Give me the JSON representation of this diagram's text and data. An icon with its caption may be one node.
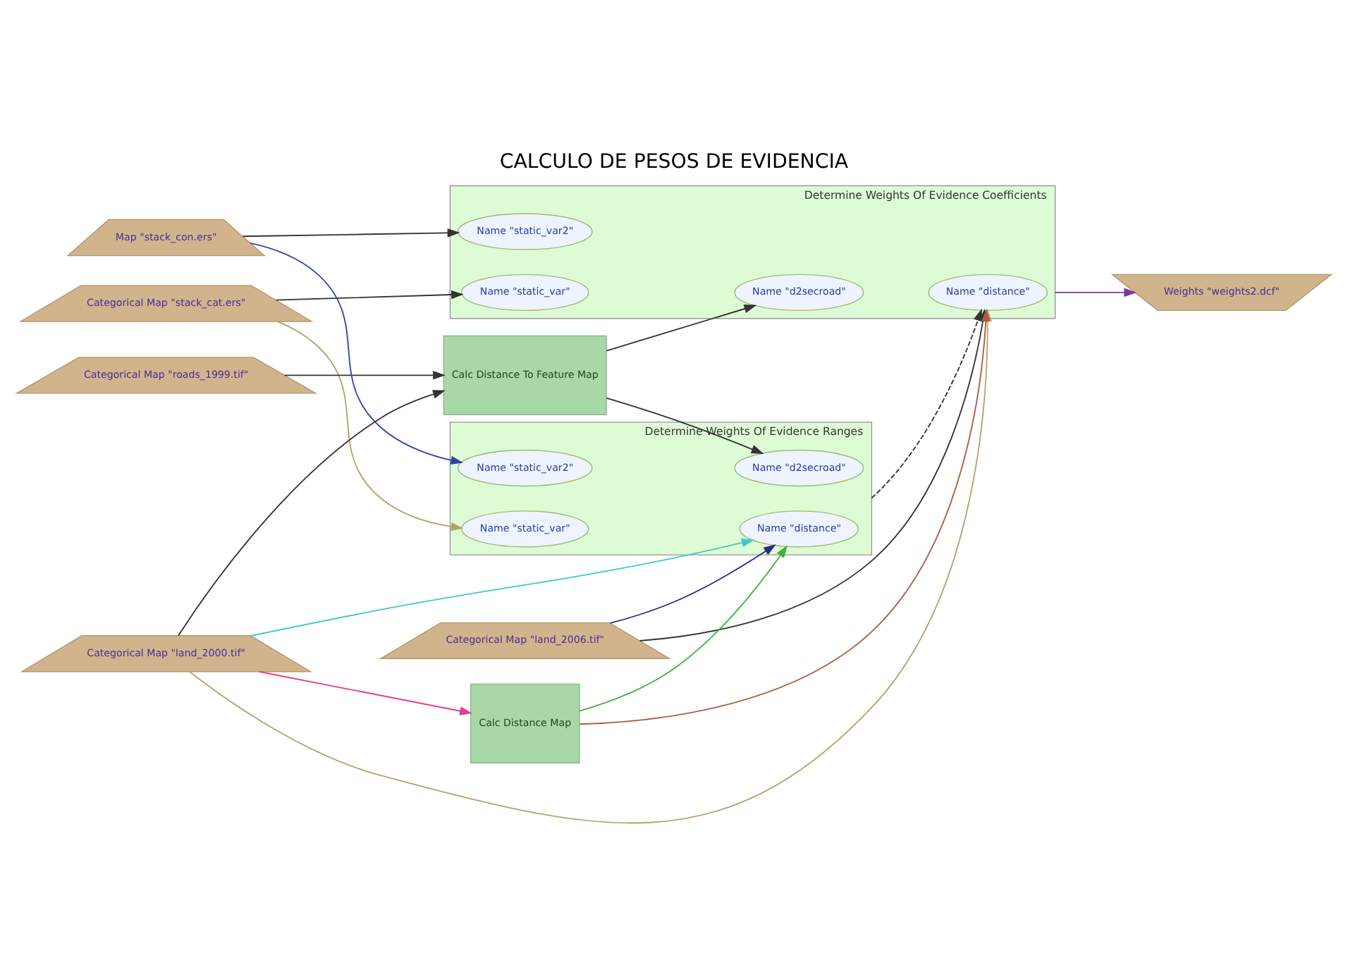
{
  "diagram": {
    "title": "CALCULO DE PESOS DE EVIDENCIA",
    "nodes": [
      {
        "text": [
          "Categorical Map \"stack_cat.ers\""
        ]
      },
      {
        "text": [
          "Categorical Map \"roads_1999.tif\""
        ]
      },
      {
        "text": [
          "Map \"stack_con.ers\""
        ]
      },
      {
        "text": [
          "Categorical Map \"land_2000.tif\""
        ]
      },
      {
        "text": [
          "Categorical Map \"land_2006.tif\""
        ]
      },
      {
        "text": [
          "Calc Distance To Feature Map"
        ]
      },
      {
        "text": [
          "Calc Distance Map"
        ]
      },
      {
        "text": [
          "Determine Weights Of Evidence Ranges"
        ]
      },
      {
        "text": [
          "Name \"static_var\""
        ],
        "in": 7
      },
      {
        "text": [
          "Name \"d2secroad\""
        ],
        "in": 7
      },
      {
        "text": [
          "Name \"static_var2\""
        ],
        "in": 7
      },
      {
        "text": [
          "Name \"distance\""
        ],
        "in": 7
      },
      {
        "text": [
          "Determine Weights Of Evidence Coefficients"
        ]
      },
      {
        "text": [
          "Name \"static_var\""
        ],
        "in": 12
      },
      {
        "text": [
          "Name \"static_var2\""
        ],
        "in": 12
      },
      {
        "text": [
          "Name \"d2secroad\""
        ],
        "in": 12
      },
      {
        "text": [
          "Name \"distance\""
        ],
        "in": 12
      },
      {
        "text": [
          "Weights \"weights2.dcf\""
        ]
      }
    ],
    "edges": [
      {
        "from": 0,
        "to": 13,
        "arrow": "to"
      },
      {
        "from": 0,
        "to": 8,
        "arrow": "to",
        "color": "#b5a36a"
      },
      {
        "from": 1,
        "to": 5,
        "arrow": "to"
      },
      {
        "from": 2,
        "to": 14,
        "arrow": "to"
      },
      {
        "from": 2,
        "to": 10,
        "arrow": "to",
        "color": "#3344aa"
      },
      {
        "from": 3,
        "to": 5,
        "arrow": "to"
      },
      {
        "from": 3,
        "to": 6,
        "arrow": "to",
        "color": "#e0408a"
      },
      {
        "from": 3,
        "to": 11,
        "arrow": "to",
        "color": "#40c8c8"
      },
      {
        "from": 3,
        "to": 16,
        "arrow": "to",
        "color": "#b5a36a"
      },
      {
        "from": 4,
        "to": 11,
        "arrow": "to",
        "color": "#2a2a80"
      },
      {
        "from": 4,
        "to": 16,
        "arrow": "to"
      },
      {
        "from": 5,
        "to": 15,
        "arrow": "to"
      },
      {
        "from": 5,
        "to": 9,
        "arrow": "to"
      },
      {
        "from": 6,
        "to": 16,
        "arrow": "to",
        "color": "#b05a40"
      },
      {
        "from": 6,
        "to": 11,
        "arrow": "to",
        "color": "#40b040"
      },
      {
        "from": 7,
        "to": 16,
        "arrow": "to",
        "style": "dashed"
      },
      {
        "from": 12,
        "to": 17,
        "arrow": "to",
        "color": "#7a3a9a"
      }
    ]
  }
}
